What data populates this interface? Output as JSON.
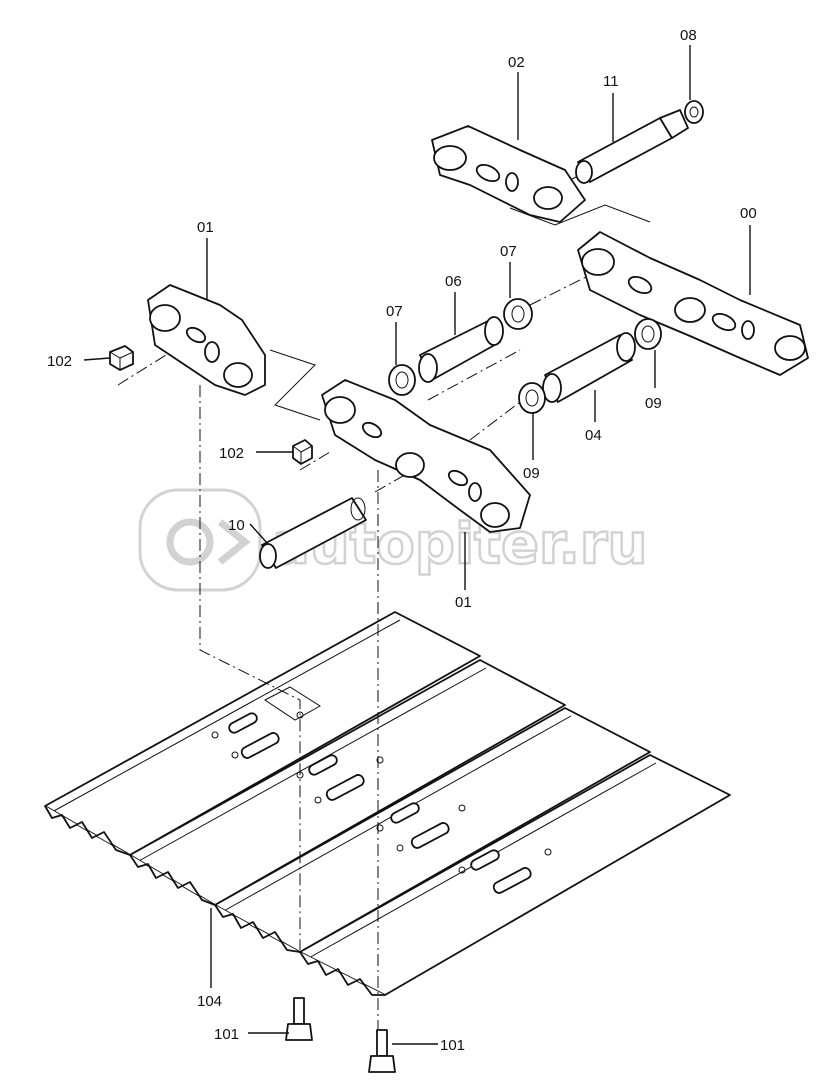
{
  "labels": {
    "p00": "00",
    "p01_top": "01",
    "p01_bottom": "01",
    "p02": "02",
    "p04": "04",
    "p06": "06",
    "p07_left": "07",
    "p07_right": "07",
    "p08": "08",
    "p09_left": "09",
    "p09_right": "09",
    "p10": "10",
    "p11": "11",
    "p101_left": "101",
    "p101_right": "101",
    "p102_top": "102",
    "p102_mid": "102",
    "p104": "104"
  },
  "watermark": {
    "text": "autopiter.ru",
    "color": "#d2d2d2"
  }
}
